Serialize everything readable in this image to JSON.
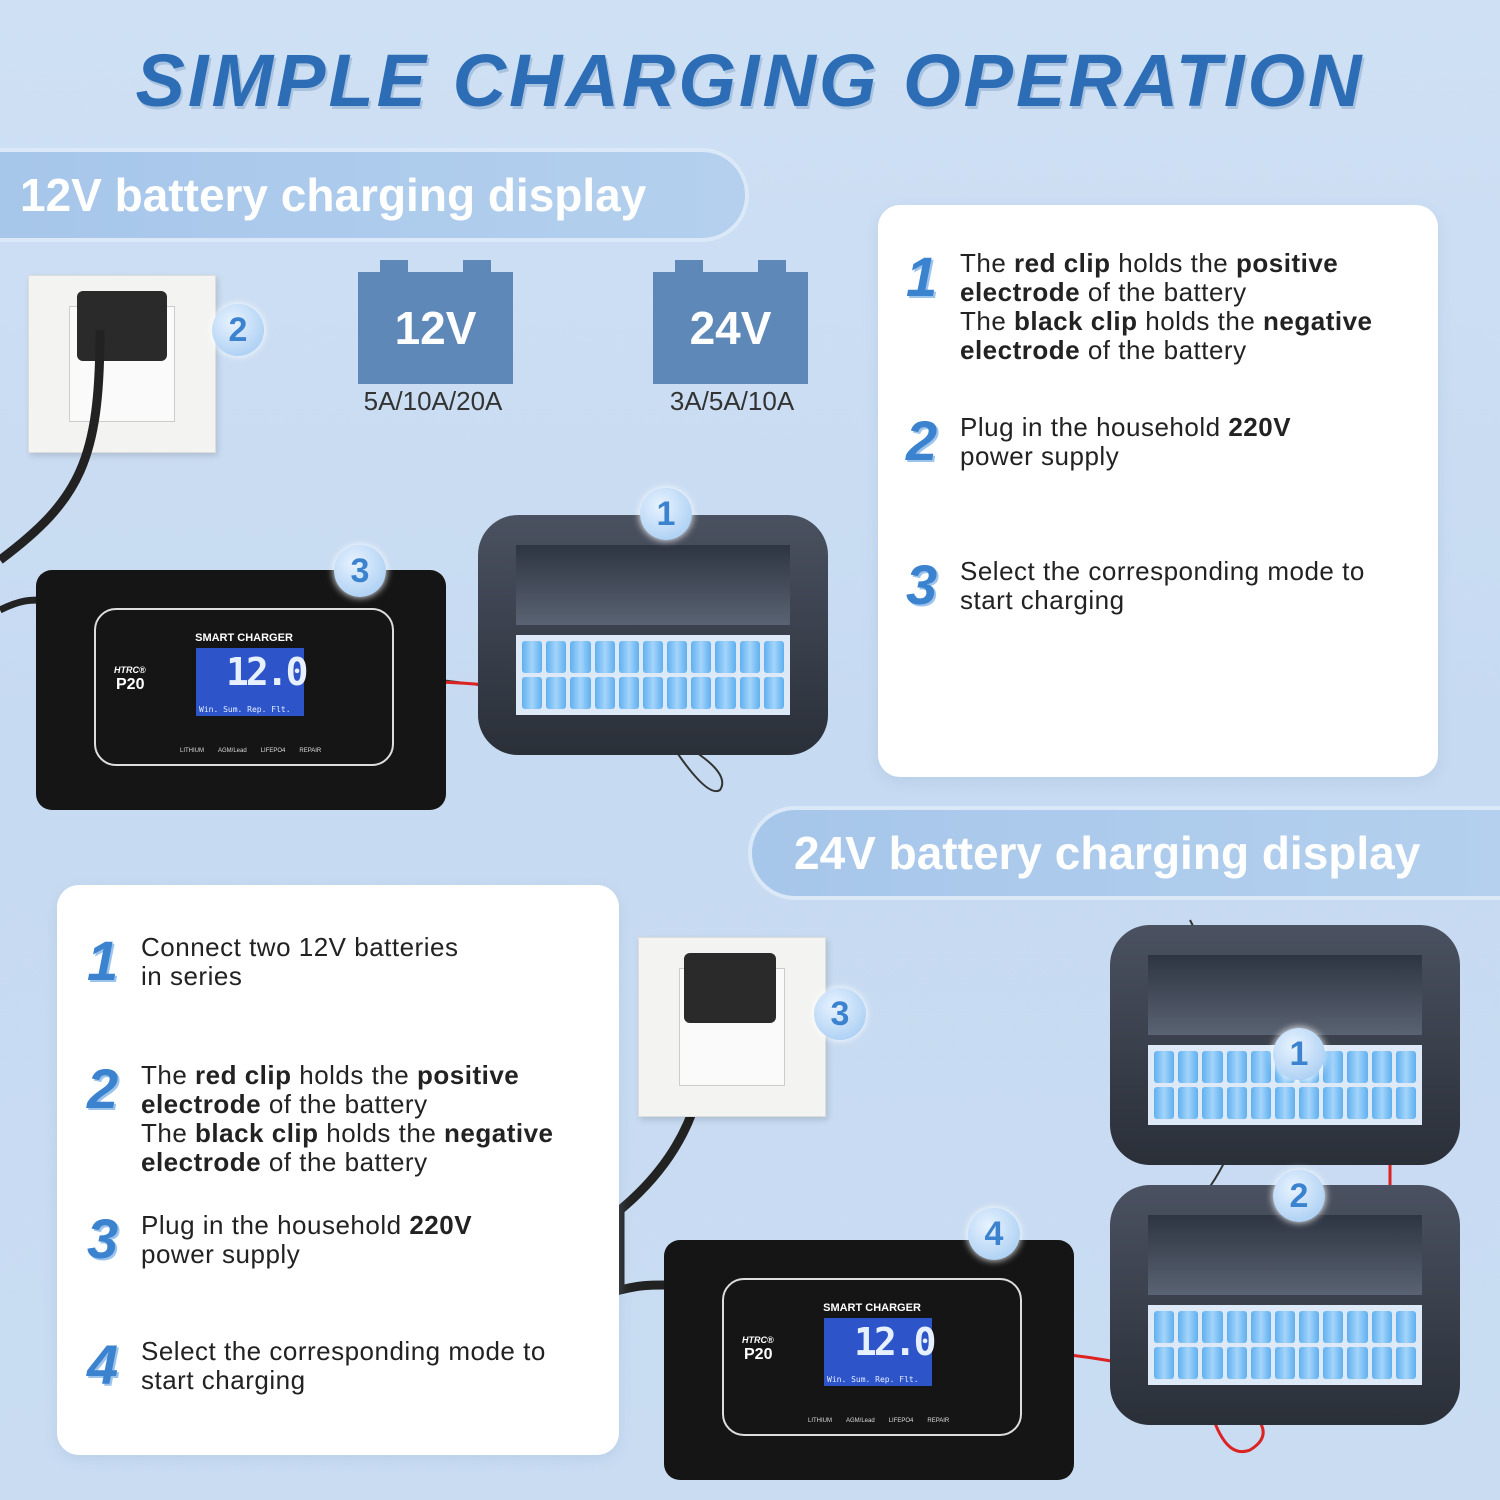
{
  "title": "SIMPLE CHARGING OPERATION",
  "section_12v": {
    "banner": "12V battery charging display",
    "batteries": [
      {
        "label": "12V",
        "amps": "5A/10A/20A"
      },
      {
        "label": "24V",
        "amps": "3A/5A/10A"
      }
    ],
    "badges": [
      "1",
      "2",
      "3"
    ],
    "steps": [
      {
        "num": "1",
        "parts": [
          [
            "The ",
            ""
          ],
          [
            "red clip",
            "b"
          ],
          [
            " holds the ",
            ""
          ],
          [
            "positive",
            "b"
          ],
          [
            "\n",
            ""
          ],
          [
            "electrode",
            "b"
          ],
          [
            " of the battery\nThe ",
            ""
          ],
          [
            "black clip",
            "b"
          ],
          [
            " holds the ",
            ""
          ],
          [
            "negative",
            "b"
          ],
          [
            "\n",
            ""
          ],
          [
            "electrode",
            "b"
          ],
          [
            " of the battery",
            ""
          ]
        ]
      },
      {
        "num": "2",
        "parts": [
          [
            "Plug in the household ",
            ""
          ],
          [
            "220V",
            "b"
          ],
          [
            "\npower supply",
            ""
          ]
        ]
      },
      {
        "num": "3",
        "parts": [
          [
            "Select the corresponding mode to\nstart charging",
            ""
          ]
        ]
      }
    ]
  },
  "section_24v": {
    "banner": "24V battery charging display",
    "badges": [
      "1",
      "2",
      "3",
      "4"
    ],
    "steps": [
      {
        "num": "1",
        "parts": [
          [
            "Connect two 12V batteries\nin series",
            ""
          ]
        ]
      },
      {
        "num": "2",
        "parts": [
          [
            "The ",
            ""
          ],
          [
            "red clip",
            "b"
          ],
          [
            " holds the ",
            ""
          ],
          [
            "positive",
            "b"
          ],
          [
            "\n",
            ""
          ],
          [
            "electrode",
            "b"
          ],
          [
            " of the battery\nThe ",
            ""
          ],
          [
            "black clip",
            "b"
          ],
          [
            " holds the ",
            ""
          ],
          [
            "negative",
            "b"
          ],
          [
            "\n",
            ""
          ],
          [
            "electrode",
            "b"
          ],
          [
            " of the battery",
            ""
          ]
        ]
      },
      {
        "num": "3",
        "parts": [
          [
            "Plug in the household ",
            ""
          ],
          [
            "220V",
            "b"
          ],
          [
            "\npower supply",
            ""
          ]
        ]
      },
      {
        "num": "4",
        "parts": [
          [
            "Select the corresponding mode to\nstart charging",
            ""
          ]
        ]
      }
    ]
  },
  "charger": {
    "heading": "SMART CHARGER",
    "brand": "HTRC®",
    "model": "P20",
    "display": "12.0",
    "lcd_modes": "Win. Sum. Rep. Flt.",
    "modes": [
      "LITHIUM",
      "AGM/Lead",
      "LIFEPO4",
      "REPAIR"
    ]
  },
  "colors": {
    "accent": "#2c6db5",
    "battery": "#5d88b8",
    "background": "#c9dcf2"
  }
}
